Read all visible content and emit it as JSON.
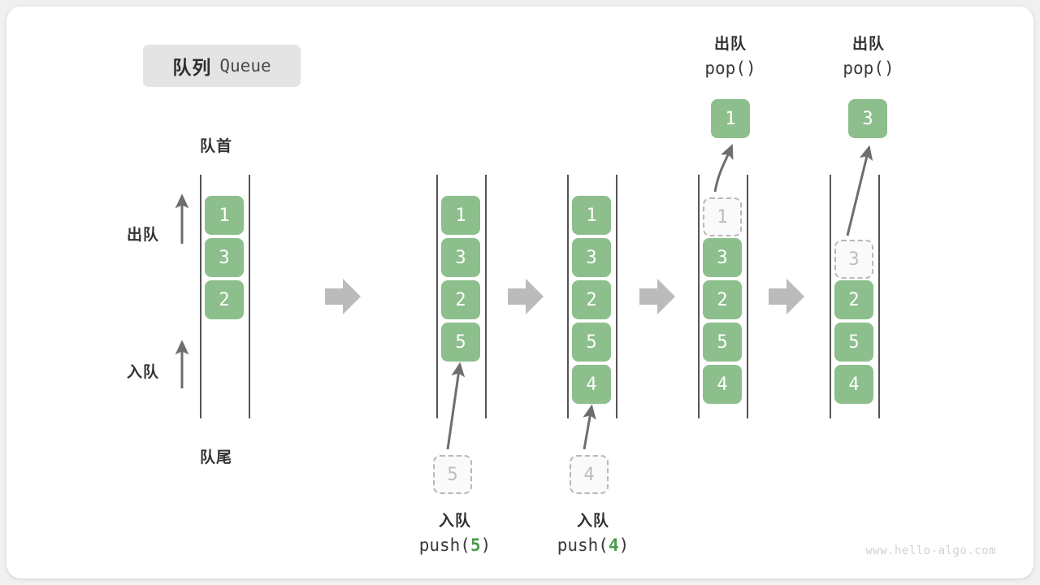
{
  "title": {
    "cn": "队列",
    "en": "Queue"
  },
  "labels": {
    "front": "队首",
    "rear": "队尾",
    "dequeue": "出队",
    "enqueue": "入队"
  },
  "watermark": "www.hello-algo.com",
  "steps": [
    {
      "name": "initial-queue",
      "cells": [
        "1",
        "3",
        "2"
      ],
      "ghost": null,
      "popped": null
    },
    {
      "name": "after-push-5",
      "cells": [
        "1",
        "3",
        "2",
        "5"
      ],
      "ghost": "5",
      "popped": null
    },
    {
      "name": "after-push-4",
      "cells": [
        "1",
        "3",
        "2",
        "5",
        "4"
      ],
      "ghost": "4",
      "popped": null
    },
    {
      "name": "after-pop-1",
      "cells": [
        "3",
        "2",
        "5",
        "4"
      ],
      "ghost": "1",
      "popped": "1"
    },
    {
      "name": "after-pop-3",
      "cells": [
        "2",
        "5",
        "4"
      ],
      "ghost": "3",
      "popped": "3"
    }
  ],
  "operations": {
    "push5": {
      "cn": "入队",
      "fn": "push(",
      "arg": "5",
      "close": ")"
    },
    "push4": {
      "cn": "入队",
      "fn": "push(",
      "arg": "4",
      "close": ")"
    },
    "pop1": {
      "cn": "出队",
      "code": "pop()"
    },
    "pop2": {
      "cn": "出队",
      "code": "pop()"
    }
  },
  "colors": {
    "cell_fill": "#8cbf8c",
    "cell_text": "#ffffff",
    "ghost_border": "#b8b8b8",
    "ghost_text": "#bdbdbd",
    "rail": "#555555",
    "step_arrow": "#bbbbbb",
    "thin_arrow": "#6e6e6e",
    "badge_bg": "#e4e4e4",
    "accent_green": "#4c9a4c"
  }
}
